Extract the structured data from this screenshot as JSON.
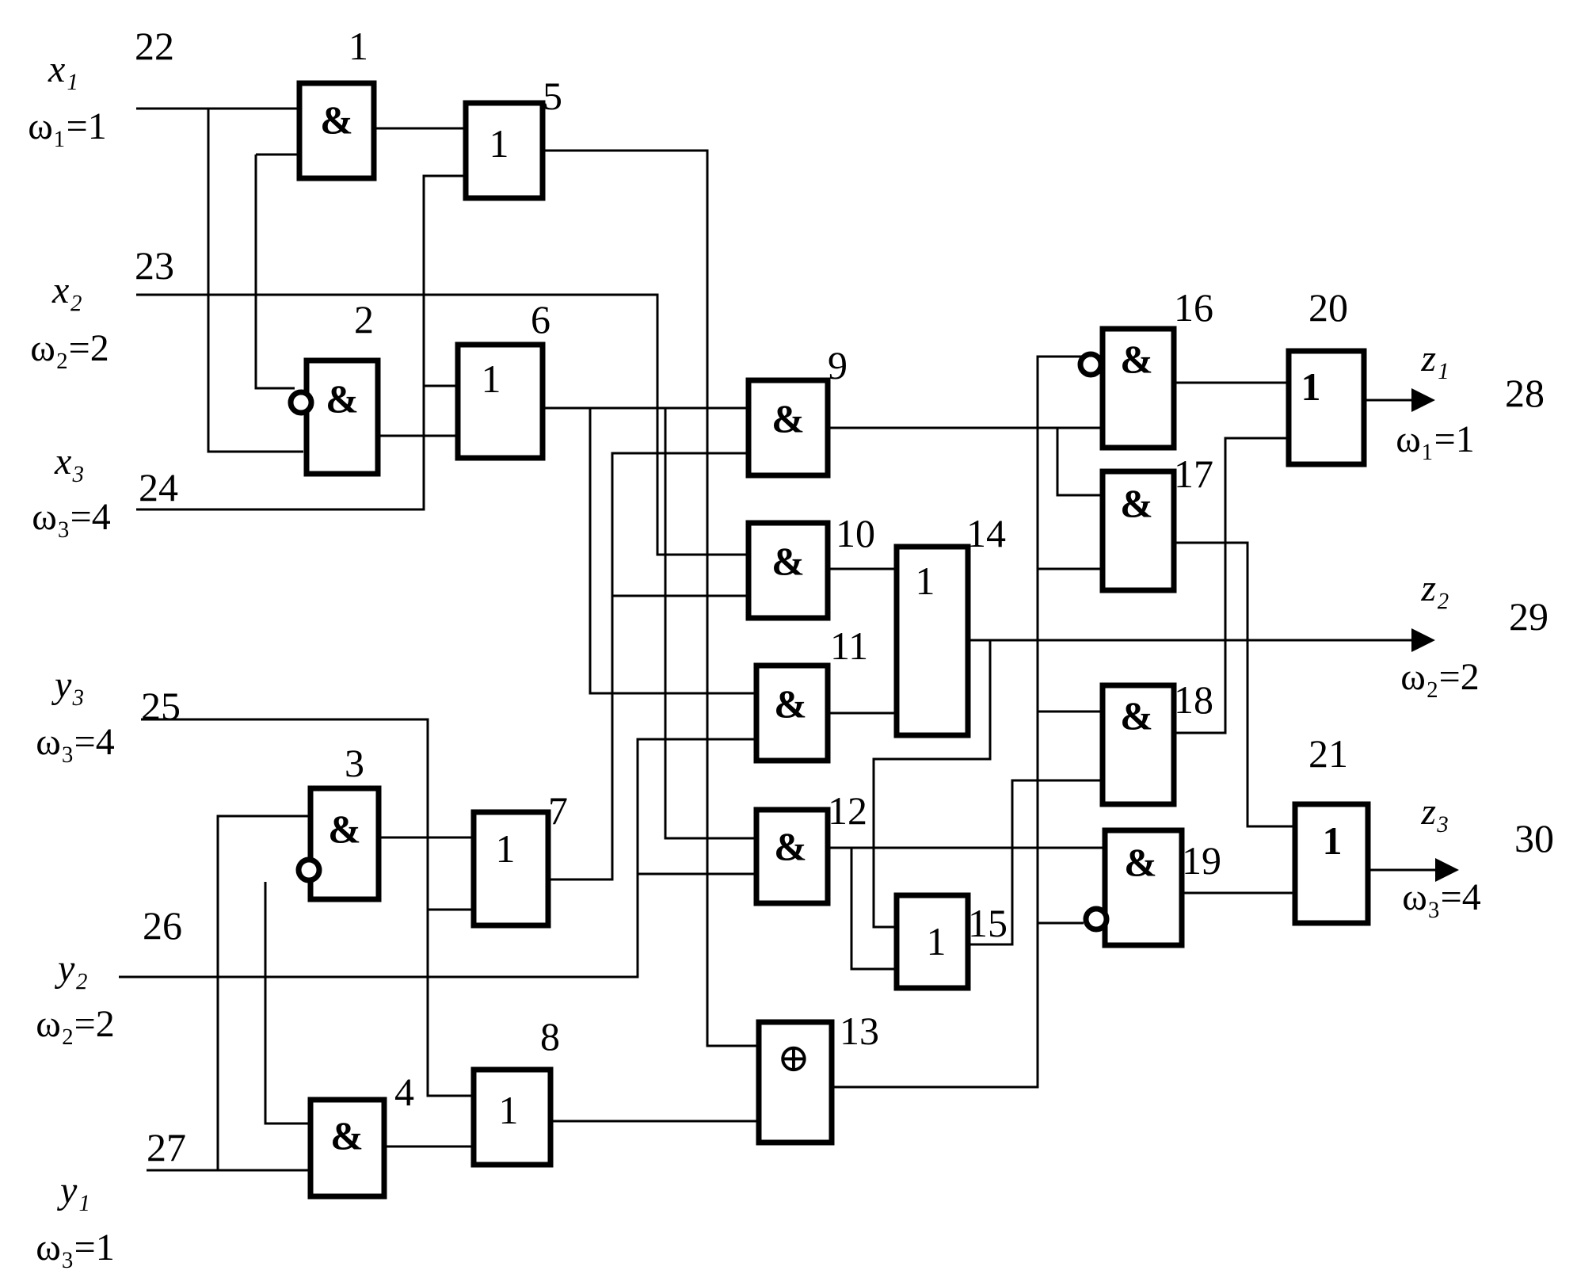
{
  "inputs": [
    {
      "var": "x₁",
      "weight": "ω₁=1",
      "node": "22"
    },
    {
      "var": "x₂",
      "weight": "ω₂=2",
      "node": "23"
    },
    {
      "var": "x₃",
      "weight": "ω₃=4",
      "node": "24"
    },
    {
      "var": "y₃",
      "weight": "ω₃=4",
      "node": "25"
    },
    {
      "var": "y₂",
      "weight": "ω₂=2",
      "node": "26"
    },
    {
      "var": "y₁",
      "weight": "ω₃=1",
      "node": "27"
    }
  ],
  "outputs": [
    {
      "var": "z₁",
      "weight": "ω₁=1",
      "node": "28"
    },
    {
      "var": "z₂",
      "weight": "ω₂=2",
      "node": "29"
    },
    {
      "var": "z₃",
      "weight": "ω₃=4",
      "node": "30"
    }
  ],
  "gates": [
    {
      "id": "1",
      "symbol": "&"
    },
    {
      "id": "2",
      "symbol": "&"
    },
    {
      "id": "3",
      "symbol": "&"
    },
    {
      "id": "4",
      "symbol": "&"
    },
    {
      "id": "5",
      "symbol": "1"
    },
    {
      "id": "6",
      "symbol": "1"
    },
    {
      "id": "7",
      "symbol": "1"
    },
    {
      "id": "8",
      "symbol": "1"
    },
    {
      "id": "9",
      "symbol": "&"
    },
    {
      "id": "10",
      "symbol": "&"
    },
    {
      "id": "11",
      "symbol": "&"
    },
    {
      "id": "12",
      "symbol": "&"
    },
    {
      "id": "13",
      "symbol": "⊕"
    },
    {
      "id": "14",
      "symbol": "1"
    },
    {
      "id": "15",
      "symbol": "1"
    },
    {
      "id": "16",
      "symbol": "&"
    },
    {
      "id": "17",
      "symbol": "&"
    },
    {
      "id": "18",
      "symbol": "&"
    },
    {
      "id": "19",
      "symbol": "&"
    },
    {
      "id": "20",
      "symbol": "1"
    },
    {
      "id": "21",
      "symbol": "1"
    }
  ]
}
